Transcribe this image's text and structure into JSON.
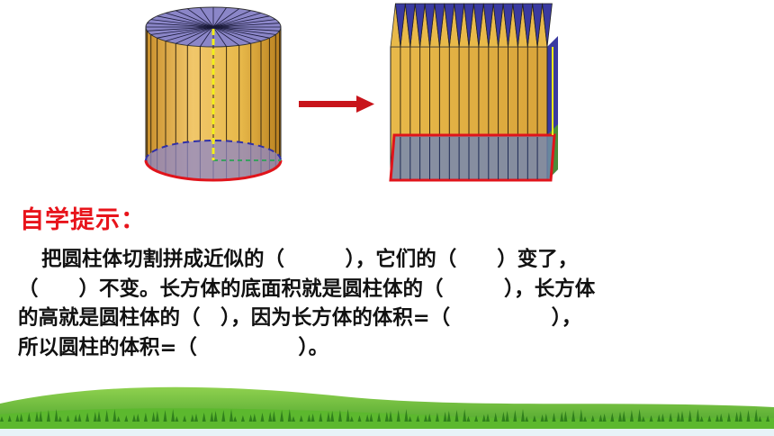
{
  "prompt": {
    "heading": "自学提示：",
    "lines": [
      "把圆柱体切割拼成近似的（　　　），它们的（　　）变了，",
      "（　　）不变。长方体的底面积就是圆柱体的（　　　），长方体",
      "的高就是圆柱体的（　），因为长方体的体积=（　　　　　），",
      "所以圆柱的体积=（　　　　　）。"
    ]
  },
  "colors": {
    "heading": "#e8141b",
    "text": "#111111",
    "stripe_gold": "#e8b94a",
    "cylinder_top": "#8b86c8",
    "cuboid_teeth": "#3a3aa0",
    "highlight_red": "#e0141b",
    "grass_green": "#5cb82e",
    "arrow": "#c8141b"
  },
  "icons": [
    "cylinder-slices-figure",
    "right-arrow-icon",
    "rearranged-cuboid-figure",
    "grass-ground-decoration"
  ]
}
